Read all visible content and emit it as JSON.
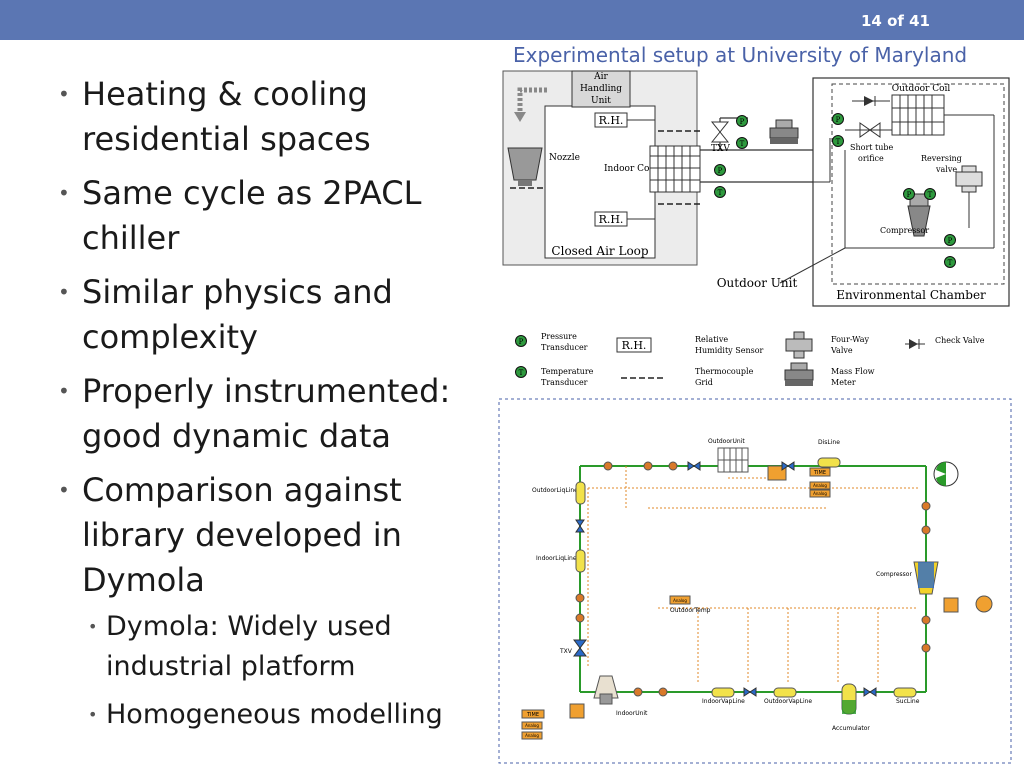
{
  "header": {
    "page_indicator": "14 of 41"
  },
  "subtitle": "Experimental setup at University of Maryland",
  "bullets": [
    {
      "text": "Heating & cooling residential spaces"
    },
    {
      "text": "Same cycle as 2PACL chiller"
    },
    {
      "text": "Similar physics and complexity"
    },
    {
      "text": "Properly instrumented: good dynamic data"
    },
    {
      "text": "Comparison against library developed in Dymola",
      "sub": [
        "Dymola: Widely used industrial platform",
        "Homogeneous modelling"
      ]
    }
  ],
  "schematic": {
    "air_handling_unit": "Air Handling Unit",
    "rh": "R.H.",
    "nozzle": "Nozzle",
    "indoor_coil": "Indoor Coil",
    "closed_air_loop": "Closed Air Loop",
    "txv": "TXV",
    "p": "P",
    "t": "T",
    "outdoor_coil": "Outdoor Coil",
    "short_tube": "Short tube orifice",
    "reversing_valve": "Reversing valve",
    "compressor": "Compressor",
    "outdoor_unit": "Outdoor Unit",
    "environmental_chamber": "Environmental Chamber"
  },
  "legend": {
    "pressure_transducer": "Pressure Transducer",
    "temperature_transducer": "Temperature Transducer",
    "rh": "R.H.",
    "relative_humidity_sensor": "Relative Humidity Sensor",
    "thermocouple_grid": "Thermocouple Grid",
    "four_way_valve": "Four-Way Valve",
    "mass_flow_meter": "Mass Flow Meter",
    "check_valve": "Check Valve"
  },
  "model": {
    "outdoor_unit": "OutdoorUnit",
    "dis_line": "DisLine",
    "outdoor_liq_line": "OutdoorLiqLine",
    "indoor_liq_line": "IndoorLiqLine",
    "compressor": "Compressor",
    "outdoor_temp": "OutdoorTemp",
    "txv": "TXV",
    "indoor_unit": "IndoorUnit",
    "indoor_vap_line": "IndoorVapLine",
    "outdoor_vap_line": "OutdoorVapLine",
    "accumulator": "Accumulator",
    "suc_line": "SucLine",
    "time": "TIME",
    "analog": "Analog"
  },
  "colors": {
    "header": "#5b76b3",
    "subtitle": "#4a62a8",
    "sensor_green": "#2e9a3e",
    "pipe_green": "#2a9a2a"
  }
}
